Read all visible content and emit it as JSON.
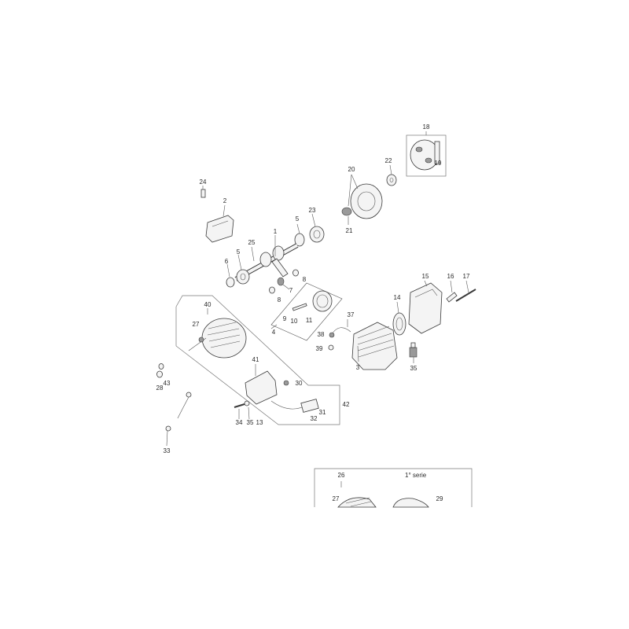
{
  "parts": {
    "n1": "1",
    "n2": "2",
    "n3": "3",
    "n4": "4",
    "n5a": "5",
    "n5b": "5",
    "n6": "6",
    "n7": "7",
    "n8a": "8",
    "n8b": "8",
    "n9": "9",
    "n10": "10",
    "n11": "11",
    "n13": "13",
    "n14": "14",
    "n15": "15",
    "n16": "16",
    "n17": "17",
    "n18": "18",
    "n19": "19",
    "n20": "20",
    "n21": "21",
    "n22": "22",
    "n23": "23",
    "n24": "24",
    "n25": "25",
    "n26": "26",
    "n27a": "27",
    "n27b": "27",
    "n28": "28",
    "n29": "29",
    "n30": "30",
    "n31": "31",
    "n32": "32",
    "n33": "33",
    "n34": "34",
    "n35a": "35",
    "n35b": "35",
    "n37": "37",
    "n38": "38",
    "n39": "39",
    "n40": "40",
    "n41": "41",
    "n42": "42",
    "n43": "43"
  },
  "series_note": "1° serie"
}
